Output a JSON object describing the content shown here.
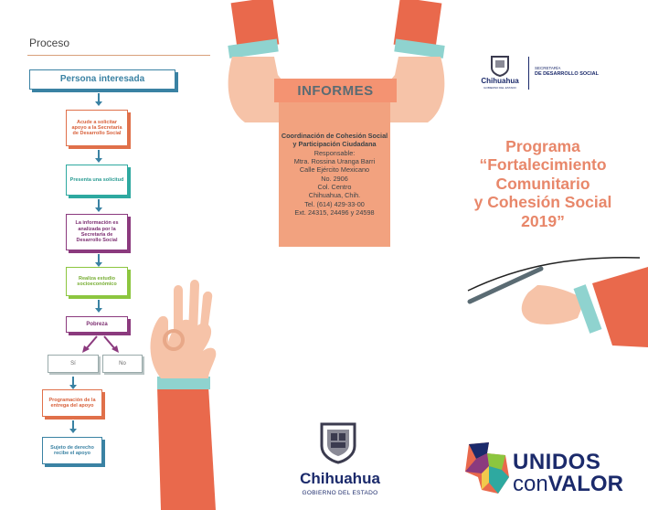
{
  "proceso": {
    "title": "Proceso",
    "steps": {
      "s1": "Persona interesada",
      "s2": "Acude a solicitar apoyo a la Secretaría de Desarrollo Social",
      "s3": "Presenta una solicitud",
      "s4": "La información es analizada por la Secretaría de Desarrollo Social",
      "s5": "Realiza estudio socioeconómico",
      "s6": "Pobreza",
      "si": "Sí",
      "no": "No",
      "s7": "Programación de la entrega del apoyo",
      "s8": "Sujeto de derecho recibe el apoyo"
    }
  },
  "informes": {
    "heading": "INFORMES",
    "org": "Coordinación de Cohesión Social y Participación Ciudadana",
    "lines": [
      "Responsable:",
      "Mtra. Rossina Uranga Barri",
      "Calle Ejército Mexicano",
      "No. 2906",
      "Col. Centro",
      "Chihuahua, Chih.",
      "Tel. (614) 429-33-00",
      "Ext. 24315, 24496 y 24598"
    ]
  },
  "logos": {
    "secretaria_small_1": "SECRETARÍA",
    "secretaria_small_2": "DE DESARROLLO SOCIAL",
    "secretaria_city": "Chihuahua",
    "secretaria_sub": "GOBIERNO DEL ESTADO",
    "gob_city": "Chihuahua",
    "gob_sub": "GOBIERNO DEL ESTADO",
    "unidos_1": "UNIDOS",
    "unidos_2a": "con",
    "unidos_2b": "VALOR"
  },
  "programa": {
    "lines": [
      "Programa",
      "“Fortalecimiento",
      "Comunitario",
      "y Cohesión Social",
      "2019”"
    ]
  },
  "colors": {
    "orange": "#e9694c",
    "peach": "#f2a27f",
    "title": "#e8876a",
    "navy": "#1b2a6b",
    "blue": "#3a82a3",
    "purple": "#8b3a7e",
    "green": "#8cc63f",
    "teal": "#2ea9a0"
  }
}
